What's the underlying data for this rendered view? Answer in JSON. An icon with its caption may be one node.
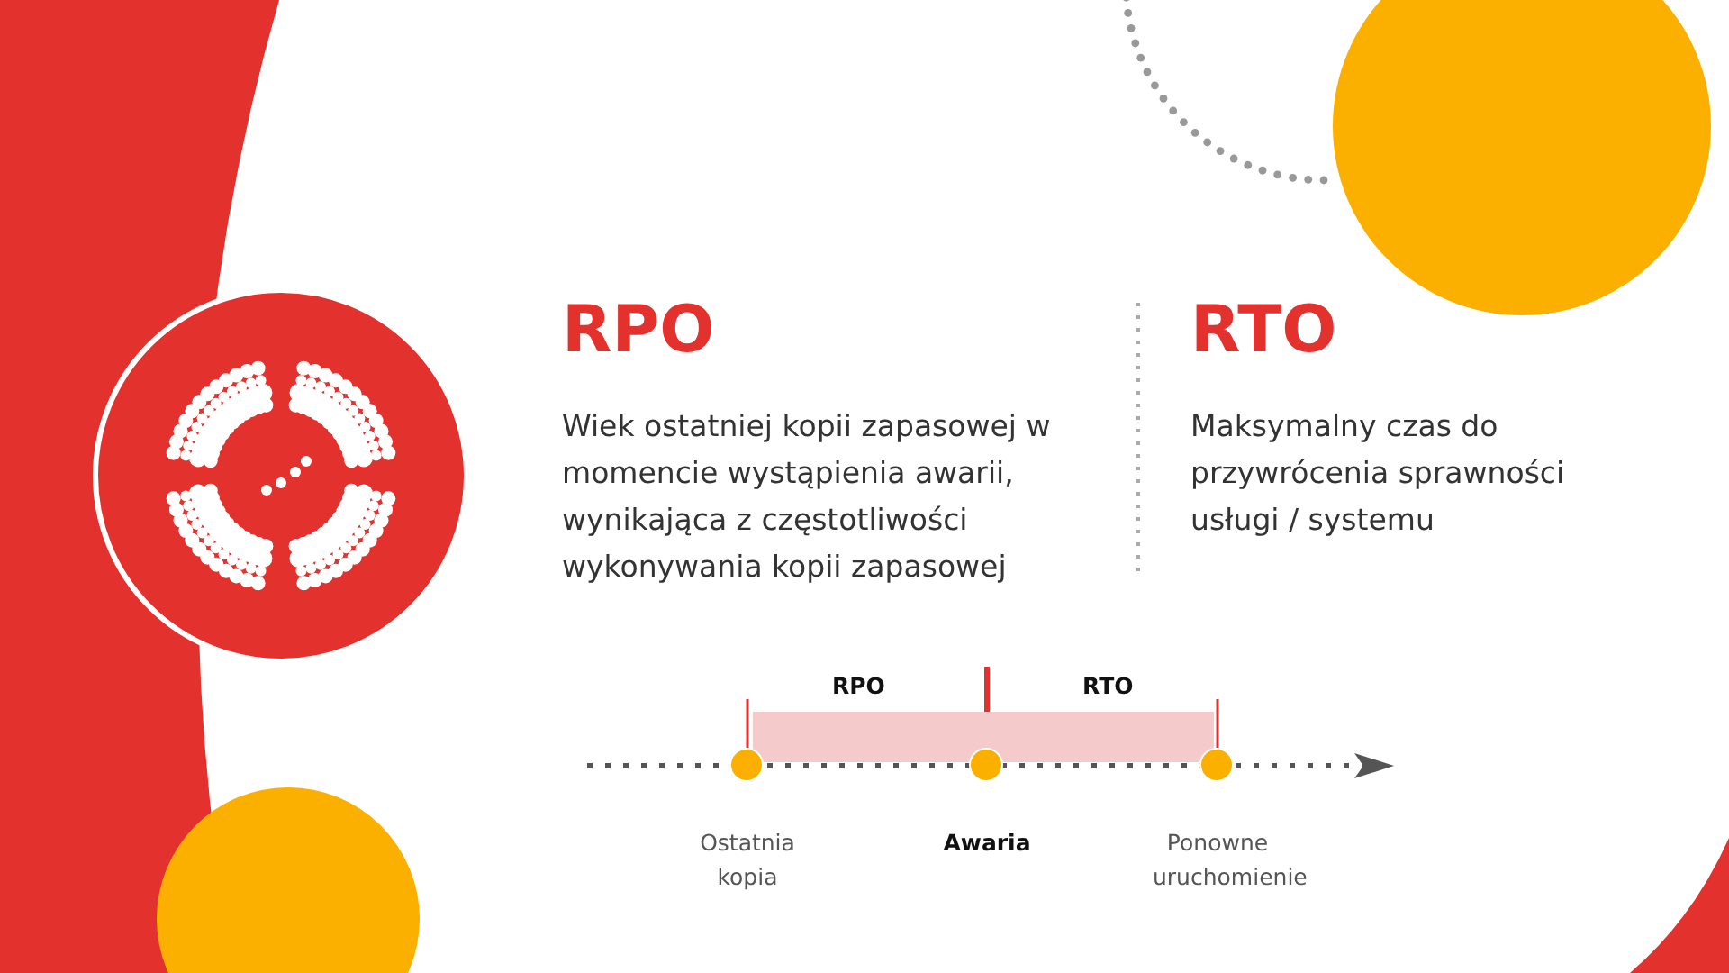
{
  "diagram": {
    "nodes": [
      {
        "text": [],
        "shape": "bar"
      },
      {
        "text": [],
        "shape": "circle",
        "beside": [
          "Ostatnia kopia"
        ]
      },
      {
        "text": [],
        "shape": "circle",
        "beside": [
          "Awaria"
        ]
      },
      {
        "text": [],
        "shape": "circle",
        "beside": [
          "Ponowne uruchomienie"
        ]
      }
    ],
    "labels": [
      "RPO",
      "Wiek ostatniej kopii zapasowej w momencie wystąpienia awarii, wynikająca z częstotliwości wykonywania kopii zapasowej",
      "RTO",
      "Maksymalny czas do przywrócenia sprawności usługi / systemu",
      "RPO",
      "RTO"
    ]
  }
}
